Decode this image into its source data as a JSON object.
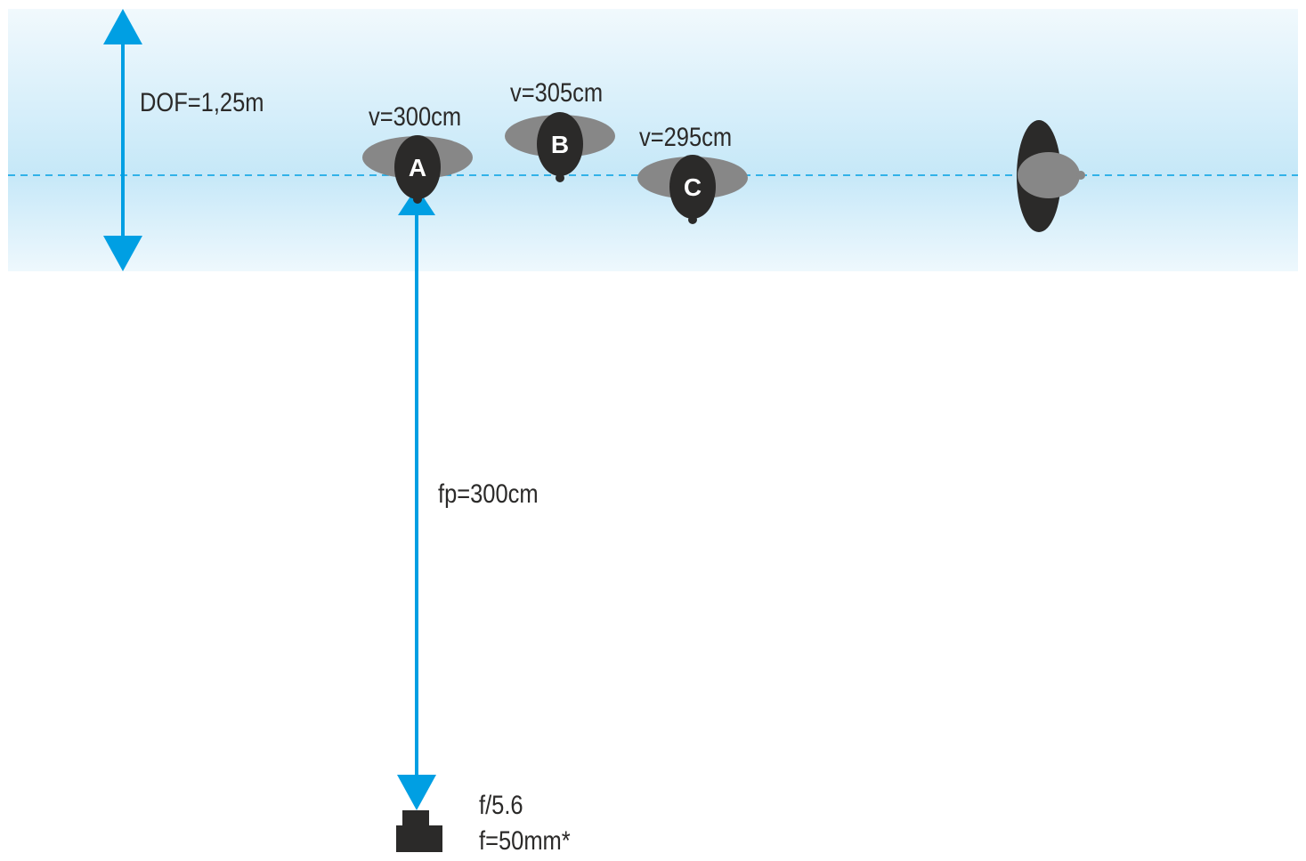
{
  "dof_label": "DOF=1,25m",
  "focus_label": "fp=300cm",
  "camera": {
    "aperture": "f/5.6",
    "focal_length": "f=50mm*"
  },
  "subjects": [
    {
      "letter": "A",
      "distance": "v=300cm"
    },
    {
      "letter": "B",
      "distance": "v=305cm"
    },
    {
      "letter": "C",
      "distance": "v=295cm"
    }
  ],
  "colors": {
    "arrow": "#009fe3",
    "figure": "#2b2a29",
    "shoulders": "#878787",
    "band": "#c6e8f8"
  }
}
